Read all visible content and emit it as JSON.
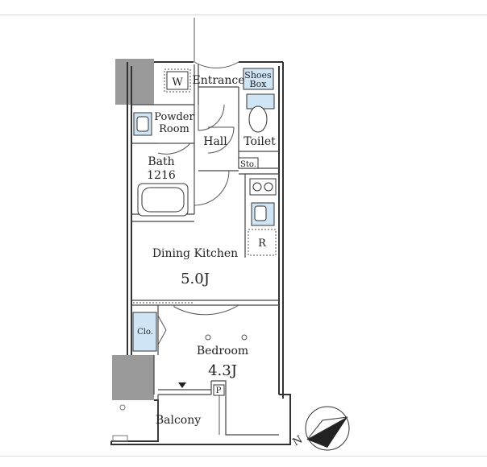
{
  "rooms": {
    "entrance": "Entrance",
    "washer": "W",
    "shoes_box_line1": "Shoes",
    "shoes_box_line2": "Box",
    "powder_line1": "Powder",
    "powder_line2": "Room",
    "hall": "Hall",
    "toilet": "Toilet",
    "storage": "Sto.",
    "bath": "Bath",
    "bath_size": "1216",
    "refrigerator": "R",
    "dining_kitchen": "Dining Kitchen",
    "dining_kitchen_size": "5.0J",
    "closet": "Clo.",
    "bedroom": "Bedroom",
    "bedroom_size": "4.3J",
    "pipe_space": "P",
    "balcony": "Balcony"
  },
  "compass": {
    "north_label": "N"
  },
  "colors": {
    "fixture_fill": "#cfe5f5",
    "column_fill": "#9a9a9a",
    "wall": "#333333"
  }
}
